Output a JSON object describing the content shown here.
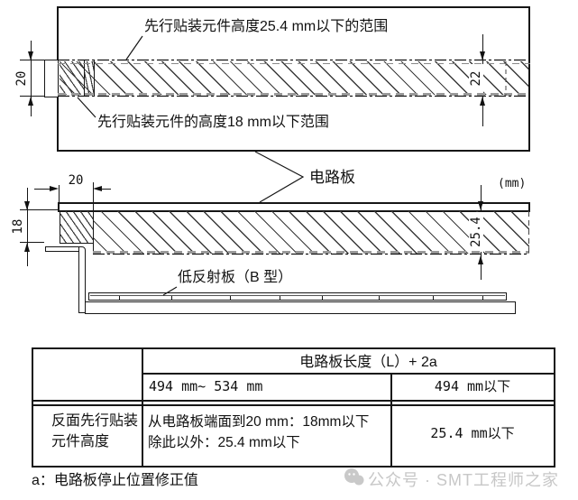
{
  "top_diagram": {
    "range_label_upper": "先行贴装元件高度25.4 mm以下的范围",
    "range_label_lower": "先行贴装元件的高度18 mm以下范围",
    "dim_left_mm": "20",
    "dim_right_mm": "22"
  },
  "middle_diagram": {
    "pcb_label": "电路板",
    "unit_note": "(mm)",
    "dim_edge_mm": "20",
    "dim_left_mm": "18",
    "dim_right_mm": "25.4",
    "reflector_label": "低反射板（B 型）"
  },
  "table": {
    "span_header": "电路板长度（L）+ 2a",
    "range_a": "494 mm~ 534 mm",
    "range_b": "494 mm以下",
    "row_header_l1": "反面先行贴装",
    "row_header_l2": "元件高度",
    "value_a_l1": "从电路板端面到20 mm：18mm以下",
    "value_a_l2": "除此以外：25.4 mm以下",
    "value_b": "25.4 mm以下"
  },
  "footnote": "a：电路板停止位置修正值",
  "watermark": {
    "text": "公众号 · SMT工程师之家"
  },
  "colors": {
    "line": "#161616",
    "hatch": "#3a3a3a",
    "gray_dash": "#9a9a9a",
    "watermark": "#c7c7c7"
  }
}
